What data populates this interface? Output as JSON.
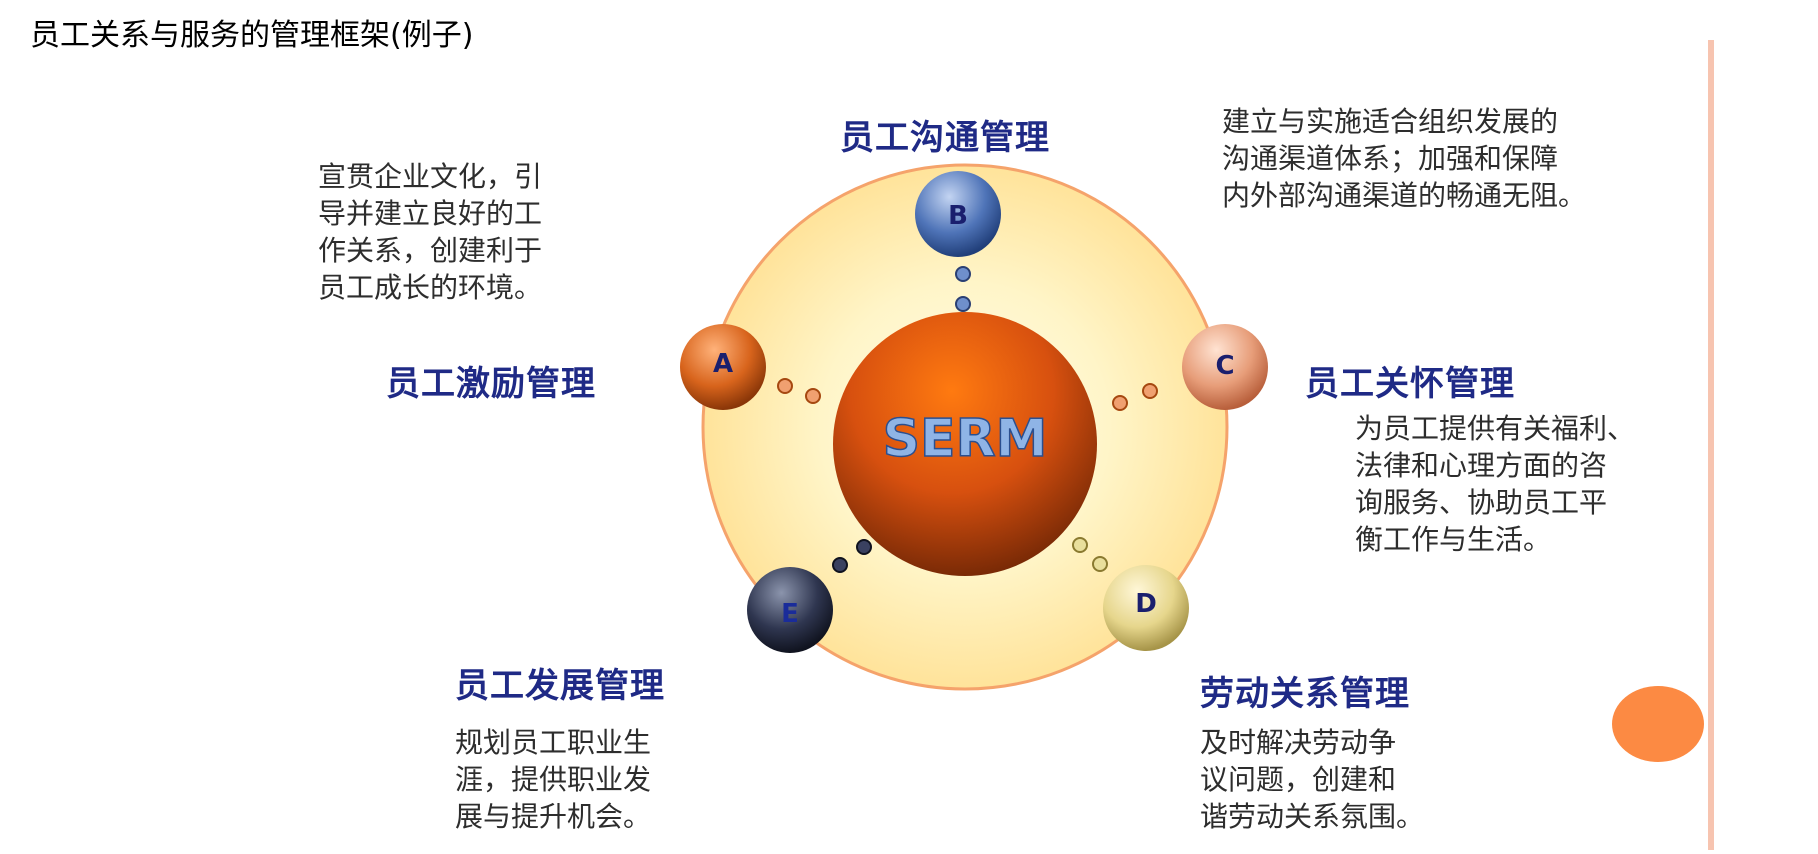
{
  "page": {
    "title": "员工关系与服务的管理框架(例子)"
  },
  "diagram": {
    "center": {
      "label": "SERM"
    },
    "nodes": {
      "a": {
        "letter": "A",
        "heading": "员工激励管理",
        "description": "宣贯企业文化，引\n导并建立良好的工\n作关系，创建利于\n员工成长的环境。"
      },
      "b": {
        "letter": "B",
        "heading": "员工沟通管理",
        "description": "建立与实施适合组织发展的\n沟通渠道体系；加强和保障\n内外部沟通渠道的畅通无阻。"
      },
      "c": {
        "letter": "C",
        "heading": "员工关怀管理",
        "description": "为员工提供有关福利、\n法律和心理方面的咨\n询服务、协助员工平\n衡工作与生活。"
      },
      "d": {
        "letter": "D",
        "heading": "劳动关系管理",
        "description": "及时解决劳动争\n议问题，创建和\n谐劳动关系氛围。"
      },
      "e": {
        "letter": "E",
        "heading": "员工发展管理",
        "description": "规划员工职业生\n涯，提供职业发\n展与提升机会。"
      }
    }
  },
  "colors": {
    "heading": "#1f2a86",
    "ring_outline": "#f5a36b",
    "center": "#e05a10",
    "accent_circle": "#fc8a43"
  }
}
